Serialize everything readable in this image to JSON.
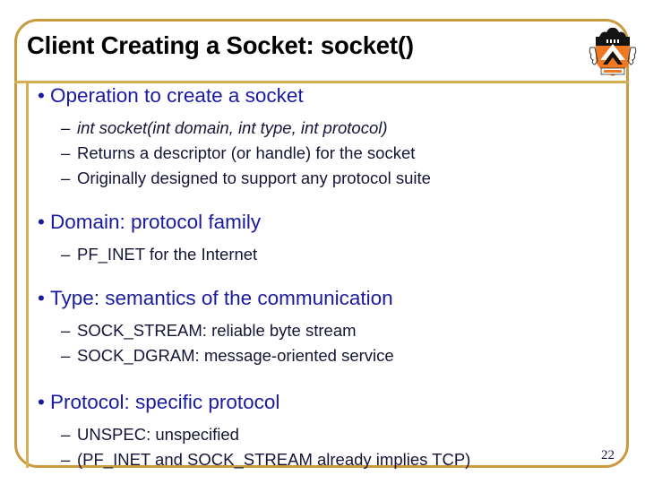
{
  "slide": {
    "title": "Client Creating a Socket: socket()",
    "page_number": "22",
    "logo_name": "princeton-shield-logo",
    "colors": {
      "frame_outer": "#c99a3e",
      "frame_inner": "#d4af53",
      "title_text": "#000000",
      "bullet_level1": "#1a1aa0",
      "bullet_level2": "#141436",
      "shield_orange": "#f07820",
      "shield_black": "#111111",
      "background": "#ffffff"
    },
    "bullet_glyph": "•",
    "dash_glyph": "–"
  },
  "content": {
    "groups": [
      {
        "heading": "Operation to create a socket",
        "items": [
          {
            "text": "int socket(int domain, int type, int protocol)",
            "italic": true
          },
          {
            "text": "Returns a descriptor (or handle) for the socket",
            "italic": false
          },
          {
            "text": "Originally designed to support any protocol suite",
            "italic": false
          }
        ]
      },
      {
        "heading": "Domain: protocol family",
        "items": [
          {
            "text": "PF_INET for the Internet",
            "italic": false
          }
        ]
      },
      {
        "heading": "Type: semantics of the communication",
        "items": [
          {
            "text": "SOCK_STREAM: reliable byte stream",
            "italic": false
          },
          {
            "text": "SOCK_DGRAM: message-oriented service",
            "italic": false
          }
        ]
      },
      {
        "heading": "Protocol: specific protocol",
        "items": [
          {
            "text": "UNSPEC: unspecified",
            "italic": false
          },
          {
            "text": "(PF_INET and SOCK_STREAM already implies TCP)",
            "italic": false
          }
        ]
      }
    ]
  }
}
